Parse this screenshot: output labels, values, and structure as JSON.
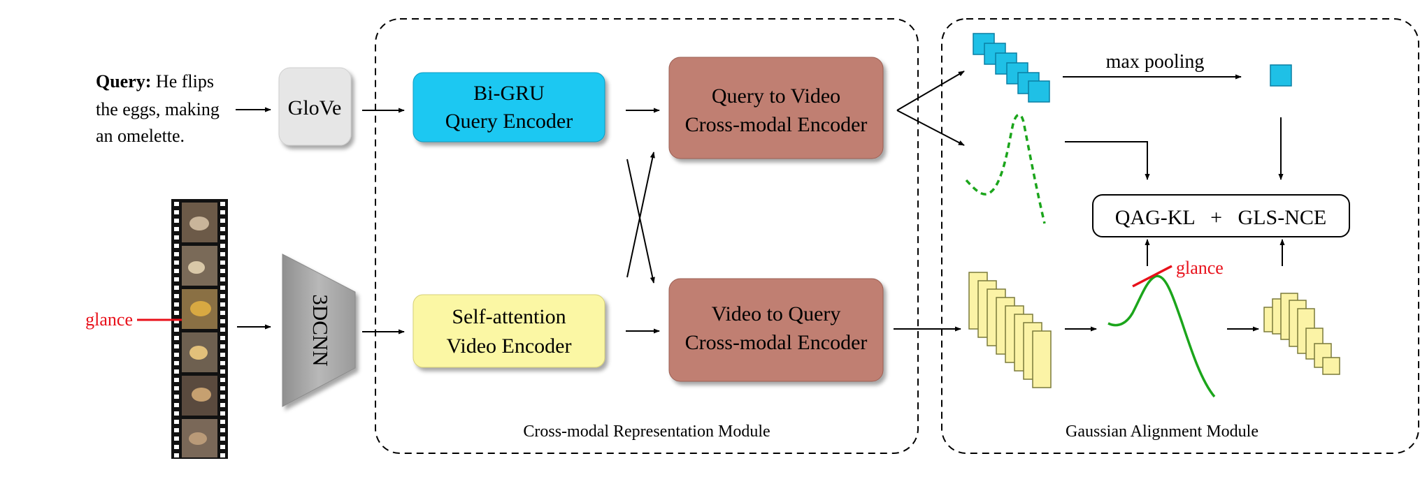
{
  "query": {
    "label": "Query:",
    "lines": [
      "He flips",
      "the eggs, making",
      "an omelette."
    ]
  },
  "blocks": {
    "glove": "GloVe",
    "cnn": "3DCNN",
    "bigru": [
      "Bi-GRU",
      "Query Encoder"
    ],
    "self_attention": [
      "Self-attention",
      "Video Encoder"
    ],
    "q2v": [
      "Query to Video",
      "Cross-modal Encoder"
    ],
    "v2q": [
      "Video to Query",
      "Cross-modal Encoder"
    ],
    "loss": "QAG-KL   +   GLS-NCE"
  },
  "modules": {
    "cross_modal": "Cross-modal Representation Module",
    "gaussian": "Gaussian Alignment Module"
  },
  "labels": {
    "glance_left": "glance",
    "glance_right": "glance",
    "max_pooling": "max pooling"
  },
  "colors": {
    "glove": "#e6e6e6",
    "cnn": "#a6a6a6",
    "bigru": "#1fc8f2",
    "self_attention": "#fbf7a4",
    "encoder": "#c07f72",
    "query_feature": "#1fc0e6",
    "video_feature": "#fbf3a6",
    "glance": "#e8101a",
    "gaussian": "#1ba51b"
  }
}
